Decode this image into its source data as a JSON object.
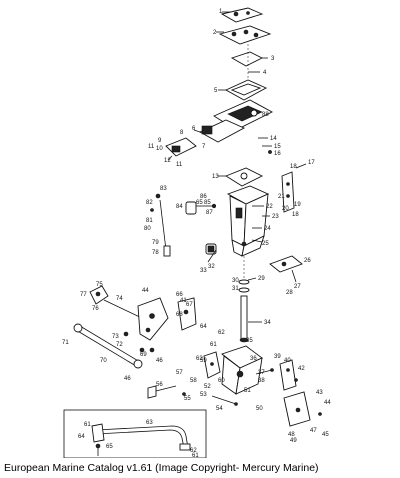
{
  "caption": "European Marine Catalog v1.61 (Image Copyright- Mercury Marine)",
  "labels": [
    "1",
    "2",
    "3",
    "4",
    "5",
    "6",
    "7",
    "8",
    "9",
    "10",
    "11",
    "12",
    "13",
    "14",
    "15",
    "16",
    "17",
    "18",
    "19",
    "20",
    "21",
    "22",
    "23",
    "24",
    "25",
    "26",
    "27",
    "28",
    "29",
    "30",
    "31",
    "32",
    "33",
    "34",
    "35",
    "36",
    "37",
    "38",
    "39",
    "40",
    "41",
    "42",
    "43",
    "44",
    "45",
    "46",
    "47",
    "48",
    "49",
    "50",
    "51",
    "52",
    "53",
    "54",
    "55",
    "56",
    "57",
    "58",
    "59",
    "60",
    "61",
    "62",
    "63",
    "64",
    "65",
    "66",
    "67",
    "68",
    "69",
    "70",
    "71",
    "72",
    "73",
    "74",
    "75",
    "76",
    "77",
    "78",
    "79",
    "80",
    "81",
    "82",
    "83",
    "84",
    "85",
    "86",
    "87",
    "88"
  ]
}
